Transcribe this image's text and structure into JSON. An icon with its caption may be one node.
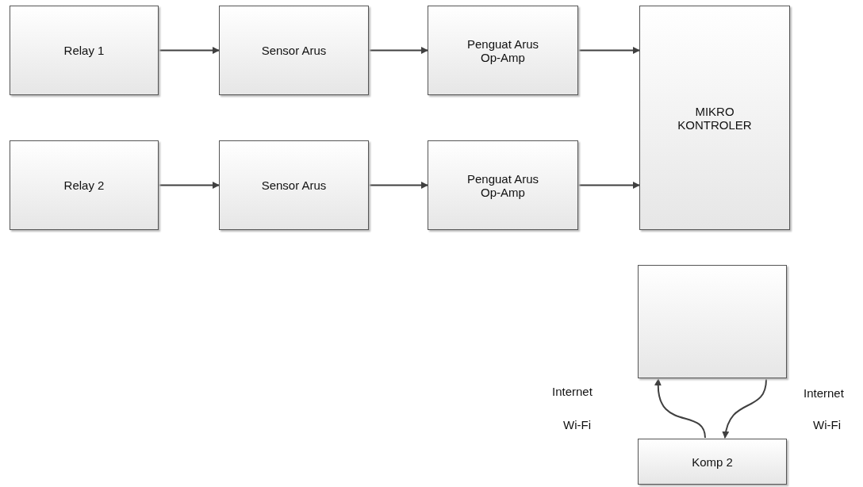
{
  "diagram": {
    "nodes": [
      {
        "text": [
          "Relay 1"
        ]
      },
      {
        "text": [
          "Sensor Arus"
        ]
      },
      {
        "text": [
          "Penguat Arus Op-Amp"
        ]
      },
      {
        "text": [
          "MIKRO KONTROLER"
        ]
      },
      {
        "text": [
          "Relay 2"
        ]
      },
      {
        "text": [
          "Sensor Arus"
        ]
      },
      {
        "text": [
          "Penguat Arus Op-Amp"
        ]
      },
      {
        "text": [],
        "shape": "box"
      },
      {
        "text": [
          "Komp 2"
        ]
      }
    ],
    "edges": [
      {
        "from": 0,
        "to": 1,
        "arrow": "to"
      },
      {
        "from": 1,
        "to": 2,
        "arrow": "to"
      },
      {
        "from": 2,
        "to": 3,
        "arrow": "to"
      },
      {
        "from": 4,
        "to": 5,
        "arrow": "to"
      },
      {
        "from": 5,
        "to": 6,
        "arrow": "to"
      },
      {
        "from": 6,
        "to": 3,
        "arrow": "to"
      },
      {
        "from": 8,
        "to": 7,
        "arrow": "to"
      },
      {
        "from": 7,
        "to": 8,
        "arrow": "to"
      }
    ],
    "labels": [
      "Internet",
      "Internet",
      "Wi-Fi",
      "Wi-Fi"
    ]
  }
}
